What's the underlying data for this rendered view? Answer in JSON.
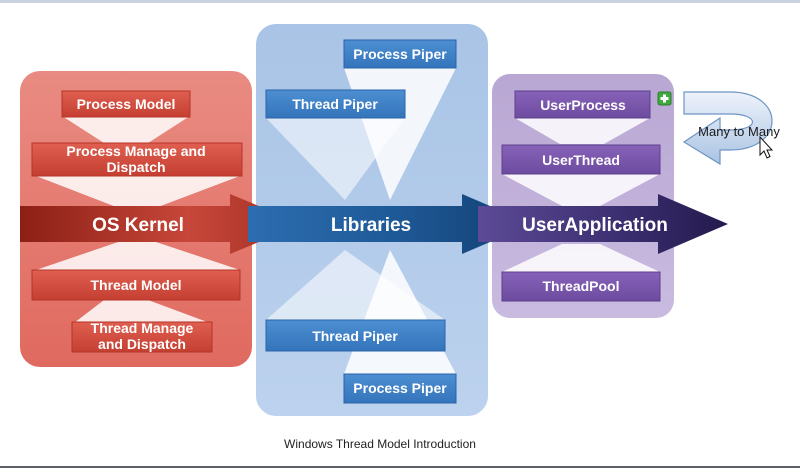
{
  "os_kernel": {
    "label": "OS Kernel",
    "process_model": "Process Model",
    "process_dispatch_line1": "Process Manage and",
    "process_dispatch_line2": "Dispatch",
    "thread_model": "Thread Model",
    "thread_dispatch_line1": "Thread Manage",
    "thread_dispatch_line2": "and Dispatch"
  },
  "libraries": {
    "label": "Libraries",
    "top_process_piper": "Process Piper",
    "top_thread_piper": "Thread Piper",
    "bottom_thread_piper": "Thread Piper",
    "bottom_process_piper": "Process Piper"
  },
  "user_application": {
    "label": "UserApplication",
    "user_process": "UserProcess",
    "user_thread": "UserThread",
    "thread_pool": "ThreadPool"
  },
  "mapping": {
    "label": "Many to Many"
  },
  "caption": "Windows Thread Model Introduction",
  "colors": {
    "kernel_panel": "#e8796f",
    "kernel_box": "#d04a3c",
    "library_panel": "#b3cbe9",
    "library_box": "#3f82c8",
    "user_panel": "#c2b1d9",
    "user_box": "#7a56ab",
    "plus_icon": "#3fa83f"
  }
}
